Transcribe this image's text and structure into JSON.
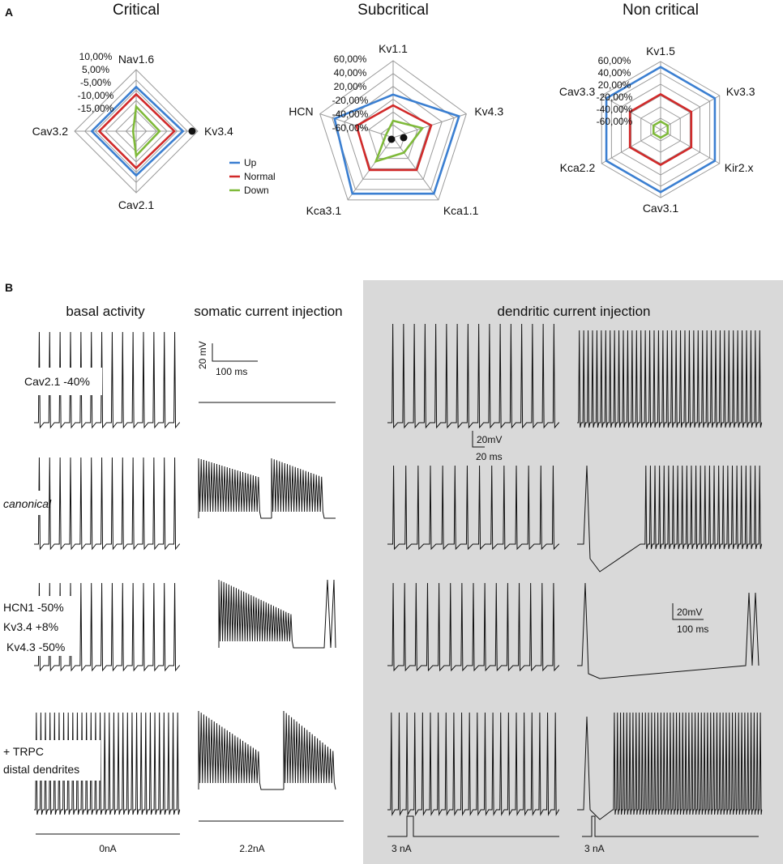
{
  "panel_a": {
    "letter": "A",
    "legend": [
      {
        "name": "Up",
        "color": "#3b7fd1"
      },
      {
        "name": "Normal",
        "color": "#d12a2a"
      },
      {
        "name": "Down",
        "color": "#7fba3a"
      }
    ],
    "radars": [
      {
        "title": "Critical",
        "axes": [
          "Nav1.6",
          "Kv3.4",
          "Cav2.1",
          "Cav3.2"
        ],
        "ticks": [
          "10,00%",
          "5,00%",
          "-5,00%",
          "-10,00%",
          "-15,00%"
        ],
        "series": {
          "Up": [
            0.72,
            0.76,
            0.72,
            0.72
          ],
          "Normal": [
            0.6,
            0.62,
            0.6,
            0.6
          ],
          "Down": [
            0.4,
            0.38,
            0.4,
            0.05
          ]
        }
      },
      {
        "title": "Subcritical",
        "axes": [
          "Kv1.1",
          "Kv4.3",
          "Kca1.1",
          "Kca3.1",
          "HCN"
        ],
        "ticks": [
          "60,00%",
          "40,00%",
          "20,00%",
          "-20,00%",
          "-40,00%",
          "-60,00%"
        ],
        "series": {
          "Up": [
            0.56,
            0.9,
            0.9,
            0.9,
            0.8
          ],
          "Normal": [
            0.42,
            0.52,
            0.52,
            0.52,
            0.5
          ],
          "Down": [
            0.22,
            0.4,
            0.24,
            0.38,
            0.1
          ]
        }
      },
      {
        "title": "Non critical",
        "axes": [
          "Kv1.5",
          "Kv3.3",
          "Kir2.x",
          "Cav3.1",
          "Kca2.2",
          "Cav3.3"
        ],
        "ticks": [
          "60,00%",
          "40,00%",
          "20,00%",
          "-20,00%",
          "-40,00%",
          "-60,00%"
        ],
        "series": {
          "Up": [
            0.92,
            0.92,
            0.92,
            0.92,
            0.92,
            0.92
          ],
          "Normal": [
            0.52,
            0.52,
            0.52,
            0.52,
            0.52,
            0.52
          ],
          "Down": [
            0.12,
            0.12,
            0.12,
            0.12,
            0.12,
            0.12
          ]
        }
      }
    ]
  },
  "panel_b": {
    "letter": "B",
    "columns": [
      "basal activity",
      "somatic current injection",
      "dendritic current injection"
    ],
    "rows": [
      {
        "label_lines": [
          "Cav2.1 -40%"
        ],
        "italic": false
      },
      {
        "label_lines": [
          "canonical"
        ],
        "italic": true
      },
      {
        "label_lines": [
          "HCN1 -50%",
          "Kv3.4 +8%",
          "Kv4.3 -50%"
        ],
        "italic": false
      },
      {
        "label_lines": [
          "+ TRPC",
          "distal dendrites"
        ],
        "italic": false
      }
    ],
    "scale_bars": {
      "somatic": {
        "voltage": "20 mV",
        "time": "100 ms"
      },
      "dendritic_left": {
        "voltage": "20mV",
        "time": "20 ms"
      },
      "dendritic_right": {
        "voltage": "20mV",
        "time": "100 ms"
      }
    },
    "stimuli": {
      "basal": "0nA",
      "somatic": "2.2nA",
      "dendritic_left": "3 nA",
      "dendritic_right": "3 nA"
    }
  }
}
